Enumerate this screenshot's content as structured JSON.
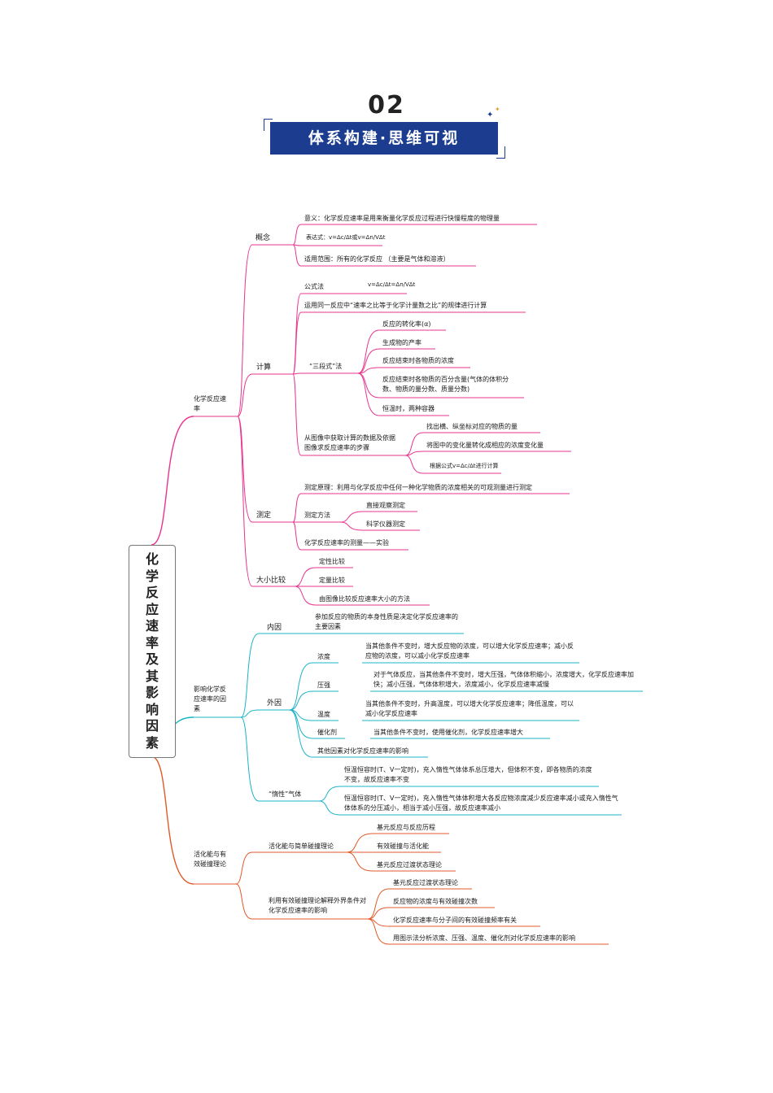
{
  "header": {
    "number": "02",
    "title": "体系构建·思维可视"
  },
  "root": {
    "label": "化学反应速率及其影响因素"
  },
  "colors": {
    "header_blue": "#1c3d8f",
    "pink": "#e8348f",
    "teal": "#1bb3c8",
    "red": "#e05a2a"
  },
  "nodes": {
    "rate": "化学反应速率",
    "concept": "概念",
    "c_meaning": "意义：化学反应速率是用来衡量化学反应过程进行快慢程度的物理量",
    "c_expr": "表达式：v=Δc/Δt或v=Δn/VΔt",
    "c_scope": "适用范围：所有的化学反应 （主要是气体和溶液）",
    "calc": "计算",
    "k_formula": "公式法",
    "k_formula_expr": "v=Δc/Δt=Δn/VΔt",
    "k_ratio": "运用同一反应中“速率之比等于化学计量数之比”的规律进行计算",
    "k_three": "“三段式”法",
    "t1": "反应的转化率(α)",
    "t2": "生成物的产率",
    "t3": "反应结束时各物质的浓度",
    "t4": "反应结束时各物质的百分含量(气体的体积分数、物质的量分数、质量分数)",
    "t5": "恒温时，两种容器",
    "k_graph": "从图像中获取计算的数据及依据图像求反应速率的步骤",
    "g1": "找出横、纵坐标对应的物质的量",
    "g2": "将图中的变化量转化成相应的浓度变化量",
    "g3": "根据公式v=Δc/Δt进行计算",
    "measure": "测定",
    "m_principle": "测定原理：利用与化学反应中任何一种化学物质的浓度相关的可观测量进行测定",
    "m_method": "测定方法",
    "m1": "直接观察测定",
    "m2": "科学仪器测定",
    "m_exp": "化学反应速率的测量——实验",
    "compare": "大小比较",
    "cmp1": "定性比较",
    "cmp2": "定量比较",
    "cmp3": "由图像比较反应速率大小的方法",
    "factors": "影响化学反应速率的因素",
    "internal": "内因",
    "internal_d": "参加反应的物质的本身性质是决定化学反应速率的主要因素",
    "external": "外因",
    "conc": "浓度",
    "conc_d": "当其他条件不变时，增大反应物的浓度，可以增大化学反应速率；减小反应物的浓度，可以减小化学反应速率",
    "press": "压强",
    "press_d": "对于气体反应，当其他条件不变时，增大压强，气体体积缩小，浓度增大，化学反应速率加快；减小压强，气体体积增大，浓度减小，化学反应速率减慢",
    "temp": "温度",
    "temp_d": "当其他条件不变时，升高温度，可以增大化学反应速率；降低温度，可以减小化学反应速率",
    "cat": "催化剂",
    "cat_d": "当其他条件不变时，使用催化剂，化学反应速率增大",
    "other": "其他因素对化学反应速率的影响",
    "inert": "“惰性”气体",
    "inert1": "恒温恒容时(T、V一定时)，充入惰性气体体系总压增大，但体积不变，即各物质的浓度不变，故反应速率不变",
    "inert2": "恒温恒容时(T、V一定时)，充入惰性气体体积增大各反应物浓度减少反应速率减小或充入惰性气体体系的分压减小，相当于减小压强，故反应速率减小",
    "theory": "活化能与有效碰撞理论",
    "th_a": "活化能与简单碰撞理论",
    "a1": "基元反应与反应历程",
    "a2": "有效碰撞与活化能",
    "a3": "基元反应过渡状态理论",
    "th_b": "利用有效碰撞理论解释外界条件对化学反应速率的影响",
    "b1": "基元反应过渡状态理论",
    "b2": "反应物的浓度与有效碰撞次数",
    "b3": "化学反应速率与分子间的有效碰撞频率有关",
    "b4": "用图示法分析浓度、压强、温度、催化剂对化学反应速率的影响"
  }
}
